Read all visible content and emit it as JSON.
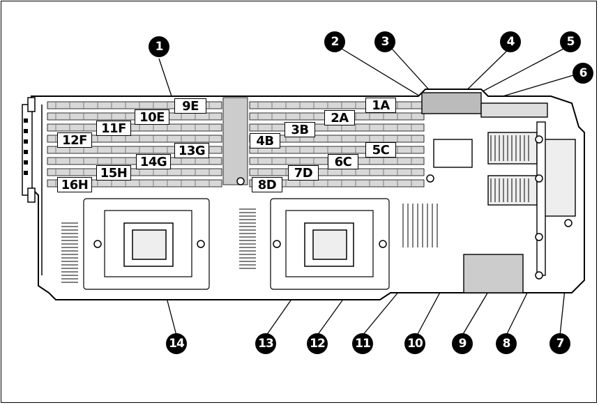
{
  "callouts": [
    "1",
    "2",
    "3",
    "4",
    "5",
    "6",
    "7",
    "8",
    "9",
    "10",
    "11",
    "12",
    "13",
    "14"
  ],
  "dimm_slots": [
    "1A",
    "2A",
    "3B",
    "4B",
    "5C",
    "6C",
    "7D",
    "8D",
    "9E",
    "10E",
    "11F",
    "12F",
    "13G",
    "14G",
    "15H",
    "16H"
  ]
}
